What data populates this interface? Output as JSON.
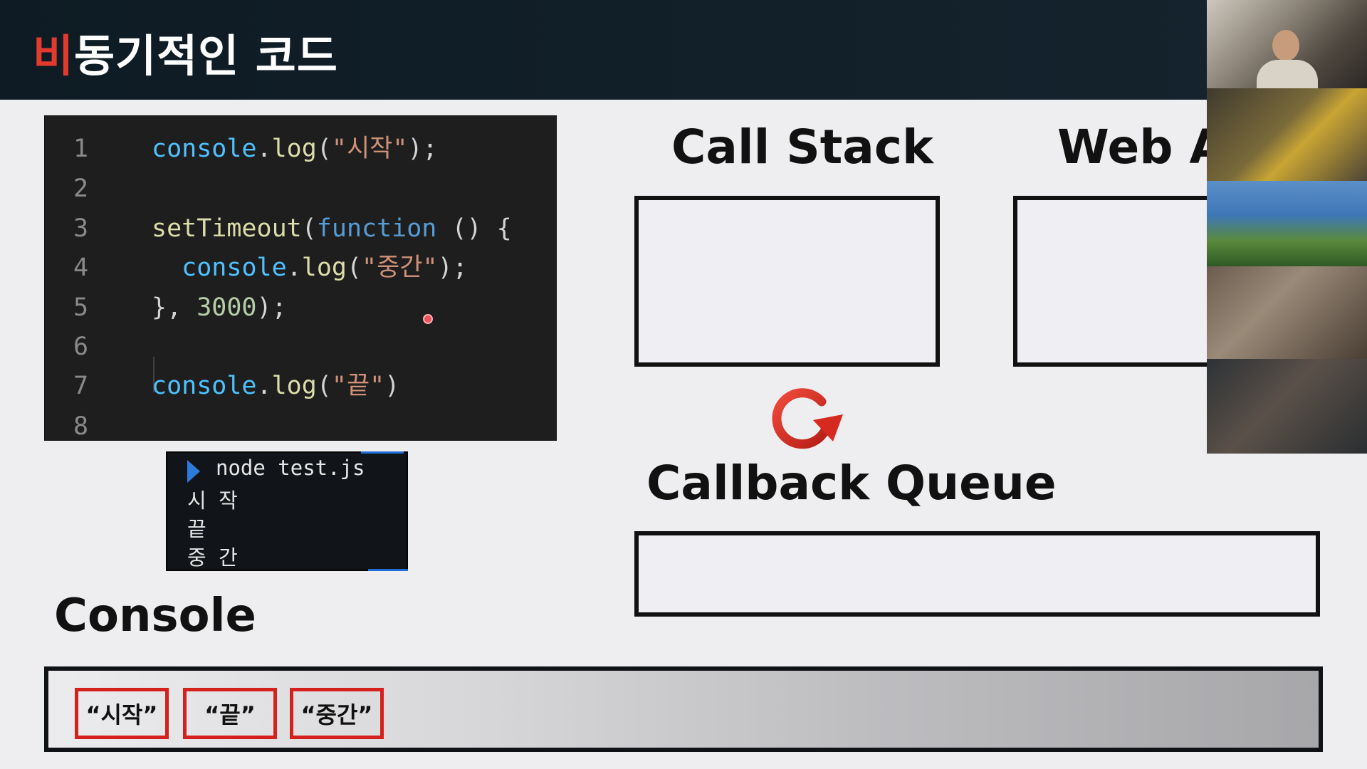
{
  "header": {
    "title_accent": "비",
    "title_rest": "동기적인 코드"
  },
  "editor": {
    "lines": [
      {
        "num": "1",
        "tokens": [
          [
            "obj",
            "console"
          ],
          [
            "punc",
            "."
          ],
          [
            "fn",
            "log"
          ],
          [
            "punc",
            "("
          ],
          [
            "str",
            "\"시작\""
          ],
          [
            "punc",
            ");"
          ]
        ]
      },
      {
        "num": "2",
        "tokens": []
      },
      {
        "num": "3",
        "tokens": [
          [
            "fn",
            "setTimeout"
          ],
          [
            "punc",
            "("
          ],
          [
            "kw",
            "function"
          ],
          [
            "punc",
            " () {"
          ]
        ]
      },
      {
        "num": "4",
        "tokens": [
          [
            "punc",
            "  "
          ],
          [
            "obj",
            "console"
          ],
          [
            "punc",
            "."
          ],
          [
            "fn",
            "log"
          ],
          [
            "punc",
            "("
          ],
          [
            "str",
            "\"중간\""
          ],
          [
            "punc",
            ");"
          ]
        ]
      },
      {
        "num": "5",
        "tokens": [
          [
            "punc",
            "}, "
          ],
          [
            "num",
            "3000"
          ],
          [
            "punc",
            ");"
          ]
        ]
      },
      {
        "num": "6",
        "tokens": []
      },
      {
        "num": "7",
        "tokens": [
          [
            "obj",
            "console"
          ],
          [
            "punc",
            "."
          ],
          [
            "fn",
            "log"
          ],
          [
            "punc",
            "("
          ],
          [
            "str",
            "\"끝\""
          ],
          [
            "punc",
            ")"
          ]
        ]
      },
      {
        "num": "8",
        "tokens": []
      }
    ]
  },
  "terminal": {
    "command": "node test.js",
    "output": [
      "시 작",
      "끝",
      "중 간"
    ]
  },
  "labels": {
    "call_stack": "Call Stack",
    "web_api": "Web A",
    "callback_queue": "Callback Queue",
    "console": "Console"
  },
  "console_items": [
    "“시작”",
    "“끝”",
    "“중간”"
  ],
  "colors": {
    "accent_red": "#e23a2c",
    "console_item_border": "#d4211c",
    "header_bg": "#0e1b24"
  },
  "icons": {
    "refresh": "refresh-icon"
  }
}
